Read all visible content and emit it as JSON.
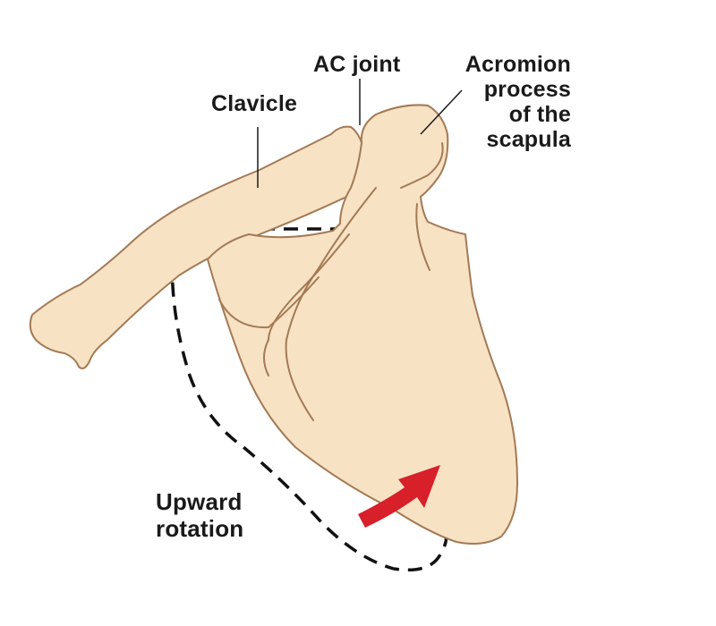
{
  "diagram": {
    "subject": "Shoulder girdle: clavicle and scapula",
    "labels": {
      "clavicle": "Clavicle",
      "ac_joint": "AC joint",
      "acromion_line1": "Acromion",
      "acromion_line2": "process",
      "acromion_line3": "of the",
      "acromion_line4": "scapula",
      "rotation_line1": "Upward",
      "rotation_line2": "rotation"
    },
    "annotations": {
      "dashed_outline": "previous scapula position (before upward rotation)",
      "arrow": "upward rotation direction"
    },
    "colors": {
      "bone_fill": "#f7e2c4",
      "bone_stroke": "#a37a55",
      "arrow": "#d7202a",
      "text": "#1a1a1a",
      "dashed_line": "#111111"
    }
  }
}
